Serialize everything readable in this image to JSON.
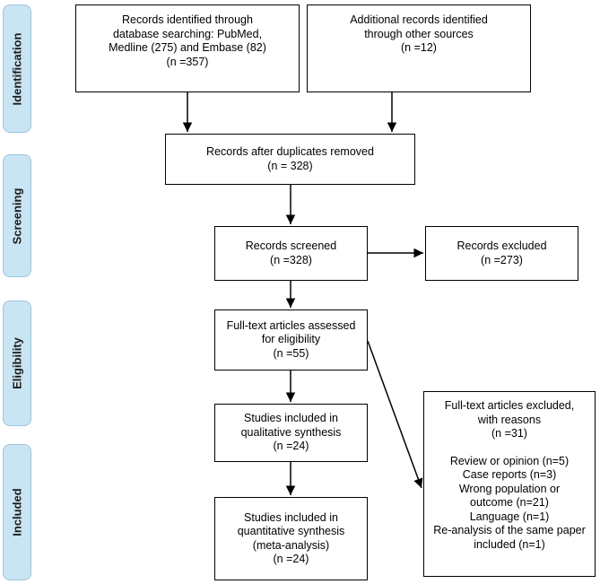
{
  "phases": {
    "identification": "Identification",
    "screening": "Screening",
    "eligibility": "Eligibility",
    "included": "Included"
  },
  "boxes": {
    "db_search": [
      "Records identified through",
      "database searching: PubMed,",
      "Medline (275) and Embase (82)",
      "(n =357)"
    ],
    "other_sources": [
      "Additional records identified",
      "through other sources",
      "(n =12)"
    ],
    "after_duplicates": [
      "Records after duplicates removed",
      "(n = 328)"
    ],
    "screened": [
      "Records screened",
      "(n =328)"
    ],
    "excluded": [
      "Records excluded",
      "(n =273)"
    ],
    "fulltext": [
      "Full-text articles assessed",
      "for eligibility",
      "(n =55)"
    ],
    "qualitative": [
      "Studies included in",
      "qualitative synthesis",
      "(n =24)"
    ],
    "quantitative": [
      "Studies included in",
      "quantitative synthesis",
      "(meta-analysis)",
      "(n =24)"
    ],
    "fulltext_excluded": {
      "header": [
        "Full-text articles excluded,",
        "with reasons",
        "(n =31)"
      ],
      "reasons": [
        "Review or opinion (n=5)",
        "Case reports (n=3)",
        "Wrong population or",
        "outcome (n=21)",
        "Language (n=1)",
        "Re-analysis of the same paper",
        "included (n=1)"
      ]
    }
  }
}
